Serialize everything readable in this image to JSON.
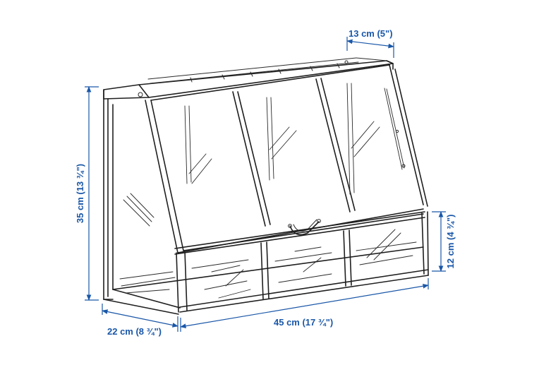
{
  "dimensions": {
    "depth_top": "13 cm (5\")",
    "height_total": "35 cm (13 ¾\")",
    "height_base": "12 cm (4 ¾\")",
    "depth_bottom": "22 cm (8 ¾\")",
    "width": "45 cm (17 ¾\")"
  },
  "colors": {
    "dimension": "#1a57a8",
    "line_art": "#1f1f1f"
  }
}
